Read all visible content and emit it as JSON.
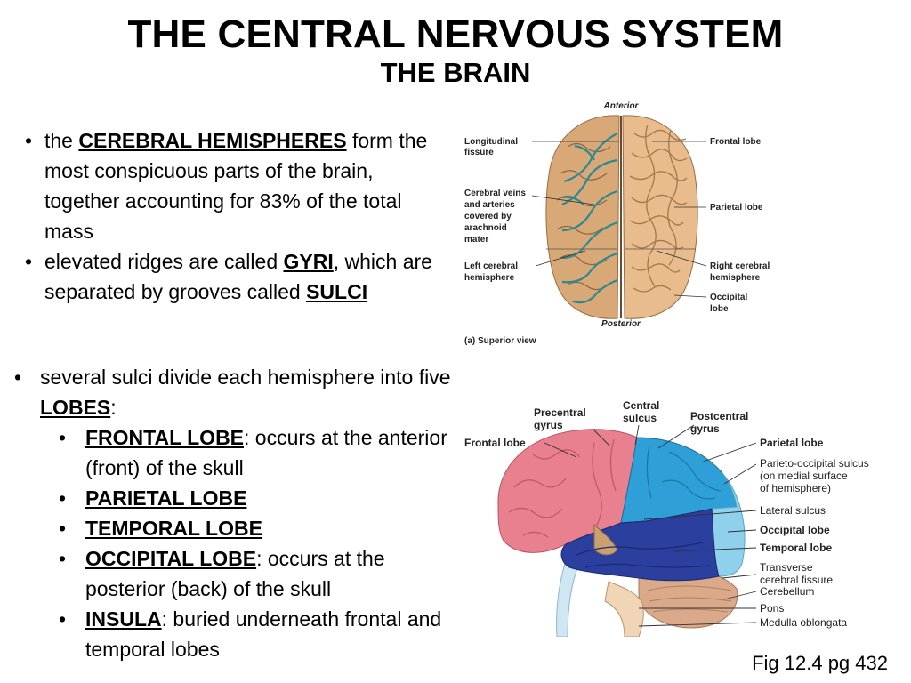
{
  "title": "THE CENTRAL NERVOUS SYSTEM",
  "subtitle": "THE BRAIN",
  "bullets1": [
    {
      "pre": "the ",
      "kw": "CEREBRAL HEMISPHERES",
      "post": " form the most conspicuous parts of the brain, together accounting for 83% of the total mass"
    },
    {
      "pre": "elevated ridges are called ",
      "kw": "GYRI",
      "post": ", which are separated by grooves called ",
      "kw2": "SULCI",
      "post2": ""
    }
  ],
  "bullets2": {
    "pre": "several sulci divide each hemisphere into five ",
    "kw": "LOBES",
    "post": ":",
    "lobes": [
      {
        "kw": "FRONTAL LOBE",
        "post": ": occurs at the anterior (front) of the skull"
      },
      {
        "kw": "PARIETAL LOBE",
        "post": ""
      },
      {
        "kw": "TEMPORAL LOBE",
        "post": ""
      },
      {
        "kw": "OCCIPITAL LOBE",
        "post": ": occurs at the posterior (back) of the skull"
      },
      {
        "kw": "INSULA",
        "post": ": buried underneath frontal and temporal lobes"
      }
    ]
  },
  "figure_superior": {
    "top_label": "Anterior",
    "bottom_label": "Posterior",
    "caption": "(a) Superior view",
    "left_labels": [
      "Longitudinal",
      "fissure",
      "Cerebral veins",
      "and arteries",
      "covered by",
      "arachnoid",
      "mater",
      "Left cerebral",
      "hemisphere"
    ],
    "right_labels": [
      "Frontal lobe",
      "Parietal lobe",
      "Right cerebral",
      "hemisphere",
      "Occipital",
      "lobe"
    ]
  },
  "figure_lateral": {
    "labels": {
      "precentral": [
        "Precentral",
        "gyrus"
      ],
      "central": [
        "Central",
        "sulcus"
      ],
      "postcentral": [
        "Postcentral",
        "gyrus"
      ],
      "frontal": "Frontal lobe",
      "parietal": "Parietal lobe",
      "parieto_occipital": [
        "Parieto-occipital sulcus",
        "(on medial surface",
        "of hemisphere)"
      ],
      "lateral_sulcus": "Lateral sulcus",
      "occipital": "Occipital lobe",
      "temporal": "Temporal lobe",
      "transverse": [
        "Transverse",
        "cerebral fissure"
      ],
      "cerebellum": "Cerebellum",
      "pons": "Pons",
      "medulla": "Medulla oblongata"
    },
    "colors": {
      "frontal": "#e9808f",
      "parietal": "#2f9fd8",
      "temporal": "#2b3f9e",
      "occipital": "#8fd0ec",
      "cerebellum": "#d9a98a",
      "brainstem": "#f0d6b6"
    }
  },
  "fig_ref": "Fig 12.4 pg 432"
}
